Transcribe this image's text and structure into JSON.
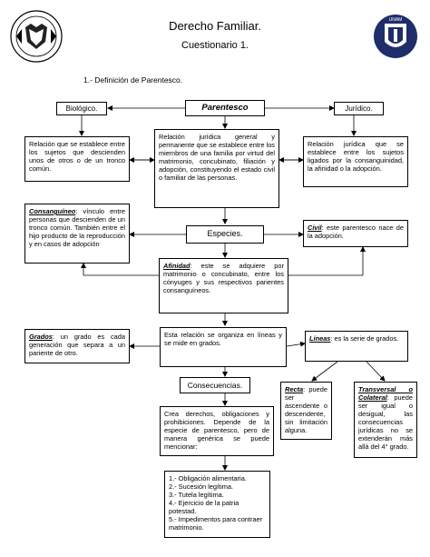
{
  "header": {
    "title": "Derecho Familiar.",
    "subtitle": "Cuestionario 1.",
    "unam_logo": "unam-seal",
    "right_logo": "shield-seal",
    "right_logo_text": "UNAM"
  },
  "definition_heading": "1.- Definición de Parentesco.",
  "boxes": {
    "biologico": "Biológico.",
    "parentesco": "Parentesco",
    "juridico": "Jurídico.",
    "rel_left": "Relación que se establece entre los sujetos que descienden unos de otros o de un tronco común.",
    "rel_center": "Relación jurídica general y permanente que se establece entre los miembros de una familia por virtud del matrimonio, concubinato, filiación y adopción, constituyendo el estado civil o familiar de las personas.",
    "rel_right": "Relación jurídica que se establece entre los sujetos ligados por la consanguinidad, la afinidad o la adopción.",
    "consanguineo_term": "Consanguíneo",
    "consanguineo_text": ": vínculo entre personas que descienden de un tronco común. También entre el hijo producto de la reproducción y en casos de adopción",
    "especies": "Especies.",
    "civil_term": "Civil",
    "civil_text": ": este parentesco nace de la adopción.",
    "afinidad_term": "Afinidad",
    "afinidad_text": ": este se adquiere por matrimonio o concubinato, entre los cónyuges y sus respectivos parientes consanguíneos.",
    "grados_term": "Grados",
    "grados_text": ": un grado es cada generación que separa a un pariente de otro.",
    "organiza": "Esta relación se organiza en líneas y se mide en grados.",
    "lineas_term": "Líneas",
    "lineas_text": ": es la serie de grados.",
    "consecuencias": "Consecuencias.",
    "recta_term": "Recta",
    "recta_text": ": puede ser ascendente o descendente, sin limitación alguna.",
    "transversal_term": "Transversal o Colateral",
    "transversal_text": ": puede ser igual o desigual, las consecuencias jurídicas no se extenderán más allá del 4° grado.",
    "crea": "Crea derechos, obligaciones y prohibiciones. Depende de la especie de parentesco, pero de manera genérica se puede mencionar:",
    "list": [
      "1.- Obligación alimentaria.",
      "2.- Sucesión legítima.",
      "3.- Tutela legítima.",
      "4.- Ejercicio de la patria potestad.",
      "5.- Impedimentos para contraer matrimonio."
    ]
  }
}
